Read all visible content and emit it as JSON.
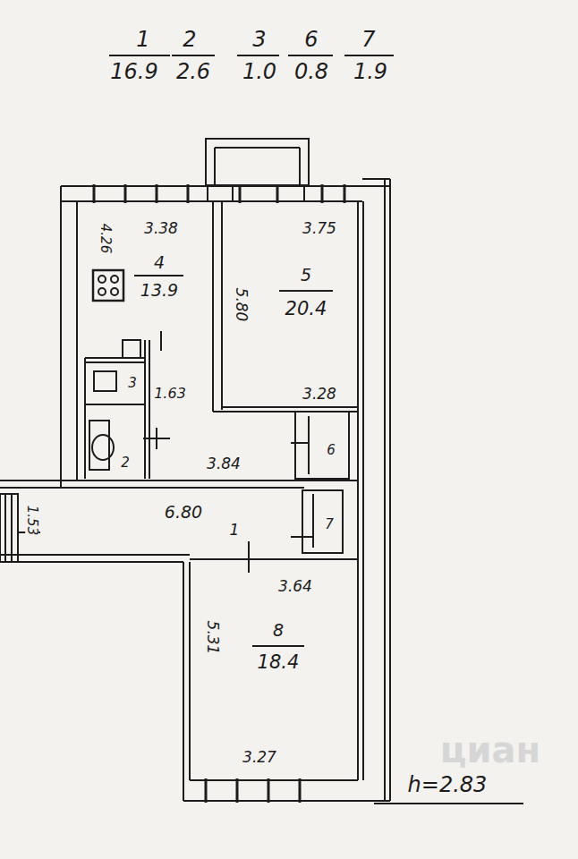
{
  "diagram": {
    "labels": [
      "1",
      "16.9",
      "2",
      "2.6",
      "3",
      "1.0",
      "6",
      "0.8",
      "7",
      "1.9",
      "4.26",
      "3.38",
      "4",
      "13.9",
      "3.75",
      "5.80",
      "5",
      "20.4",
      "1.63",
      "3",
      "2",
      "3.28",
      "3.84",
      "6",
      "1.53",
      "6.80",
      "1",
      "7",
      "3.64",
      "5.31",
      "8",
      "18.4",
      "3.27",
      "h=2.83",
      "циан"
    ]
  }
}
